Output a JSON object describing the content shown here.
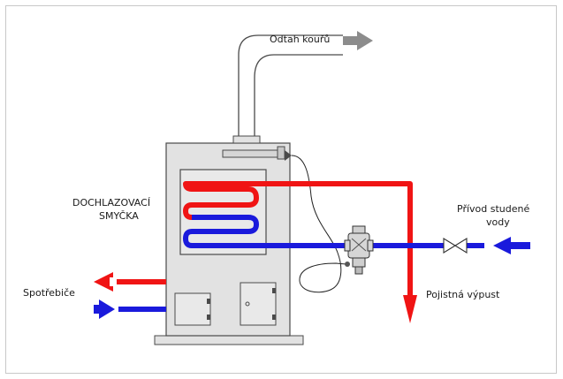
{
  "labels": {
    "flue": "Odtah kouřů",
    "coil_line1": "DOCHLAZOVACÍ",
    "coil_line2": "SMYČKA",
    "cold_line1": "Přívod studené",
    "cold_line2": "vody",
    "consumers": "Spotřebiče",
    "relief": "Pojistná výpust"
  },
  "colors": {
    "hot": "#f01414",
    "cold": "#1a1adc",
    "flue_arrow": "#8c8c8c",
    "boiler_fill": "#e2e2e2",
    "outline": "#4a4a4a"
  }
}
